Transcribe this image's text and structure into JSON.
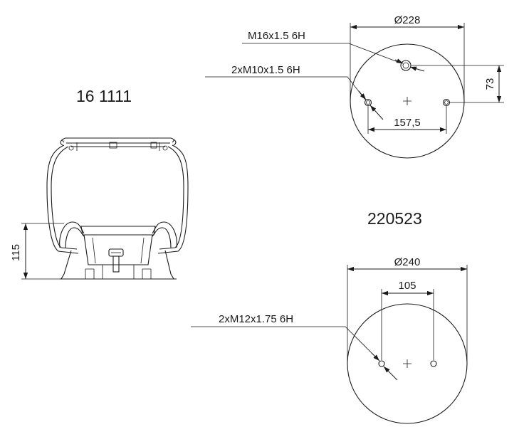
{
  "part_numbers": {
    "bellow": "16 1111",
    "base": "220523"
  },
  "side_view": {
    "height_label": "115"
  },
  "top_plate": {
    "diameter_label": "Ø228",
    "center_thread_label": "M16x1.5 6H",
    "side_thread_label": "2xM10x1.5 6H",
    "hole_spacing_label": "157,5",
    "offset_label": "73"
  },
  "bottom_plate": {
    "diameter_label": "Ø240",
    "hole_spacing_label": "105",
    "thread_label": "2xM12x1.75 6H"
  }
}
